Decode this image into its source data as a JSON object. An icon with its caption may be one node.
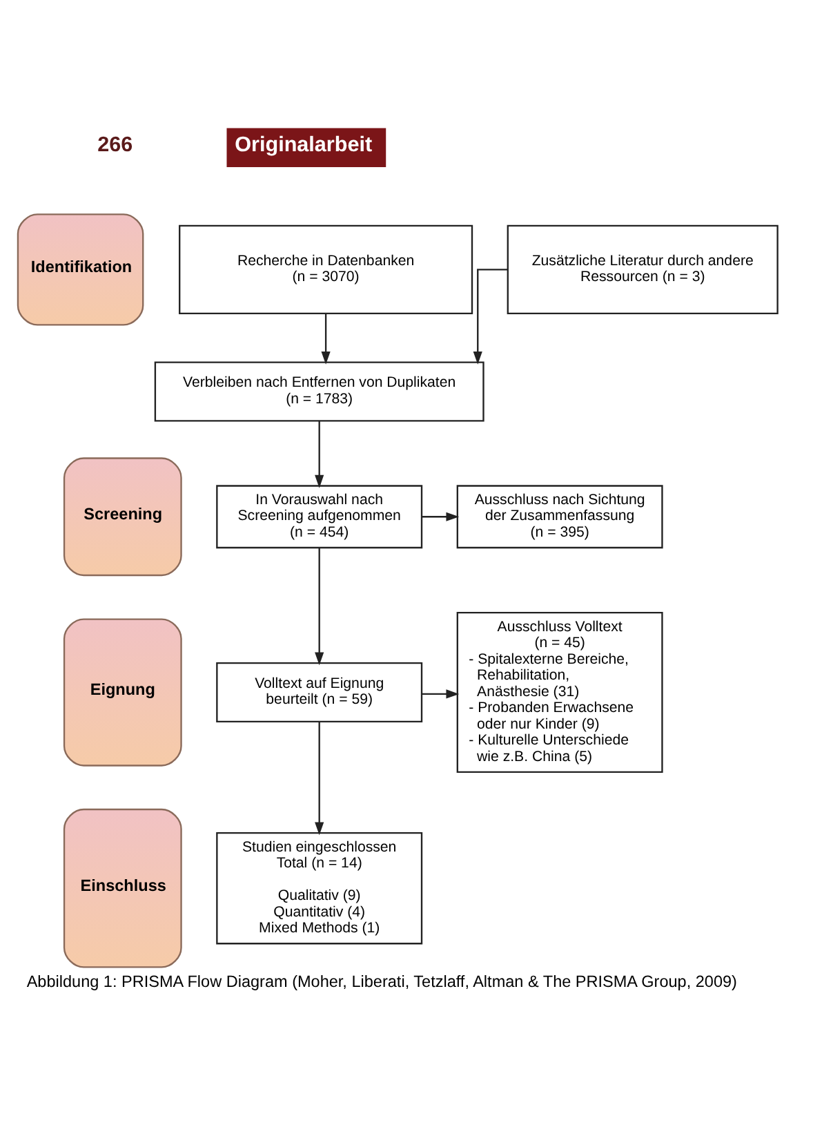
{
  "diagram": {
    "caption": "Abbildung 1: PRISMA Flow Diagram (Moher, Liberati, Tetzlaff, Altman & The PRISMA Group, 2009)",
    "nodes": [
      {
        "text": [
          "Identifikation"
        ]
      },
      {
        "text": [
          "Recherche in Datenbanken (n = 3070)"
        ]
      },
      {
        "text": [
          "Zusätzliche Literatur durch andere Ressourcen (n = 3)"
        ]
      },
      {
        "text": [
          "Screening"
        ]
      },
      {
        "text": [
          "Verbleiben nach Entfernen von Duplikaten (n = 1783)"
        ]
      },
      {
        "text": [
          "In Vorauswahl nach Screening aufgenommen (n = 454)"
        ]
      },
      {
        "text": [
          "Ausschluss nach Sichtung der Zusammenfassung (n = 395)"
        ]
      },
      {
        "text": [
          "Eignung"
        ]
      },
      {
        "text": [
          "Volltext auf Eignung beurteilt (n = 59)"
        ]
      },
      {
        "text": [
          "Ausschluss Volltext (n = 45)",
          "- Spitalexterne Bereiche, Rehabilitation, Anästhesie (31)",
          "- Probanden Erwachsene oder nur Kinder (9)",
          "- Kulturelle Unterschiede wie z.B. China (5)"
        ]
      },
      {
        "text": [
          "Einschluss"
        ]
      },
      {
        "text": [
          "Studien eingeschlossen Total (n = 14)",
          "Qualitativ (9) Quantitativ (4) Mixed Methods (1)"
        ]
      }
    ],
    "edges": [
      {
        "from": 1,
        "to": 4,
        "arrow": "to"
      },
      {
        "from": 2,
        "to": 4,
        "arrow": "to"
      },
      {
        "from": 4,
        "to": 5,
        "arrow": "to"
      },
      {
        "from": 5,
        "to": 6,
        "arrow": "to"
      },
      {
        "from": 5,
        "to": 8,
        "arrow": "to"
      },
      {
        "from": 8,
        "to": 9,
        "arrow": "to"
      },
      {
        "from": 8,
        "to": 11,
        "arrow": "to"
      }
    ],
    "labels": [
      "266",
      "Originalarbeit"
    ]
  }
}
